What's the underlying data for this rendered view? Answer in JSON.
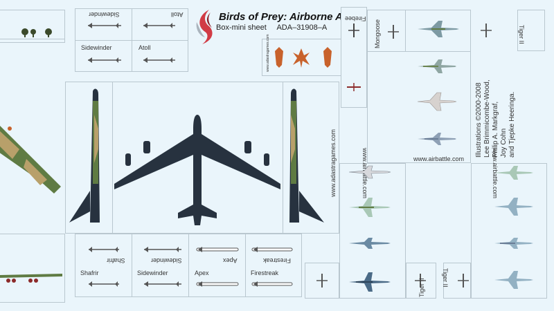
{
  "header": {
    "title": "Birds of Prey: Airborne Alert",
    "subtitle_left": "Box-mini sheet",
    "subtitle_right": "ADA–31908–A"
  },
  "credits": {
    "line1": "Illustrations ©2000-2008",
    "line2": "Lee Brimmicombe-Wood,",
    "line3": "Philip A. Markgraf,",
    "line4": "Joy Cohn",
    "line5": "and Tjepke Heeringa."
  },
  "urls": {
    "adastra": "www.adastragames.com",
    "airbattle": "www.airbattle.com"
  },
  "missiles_top": {
    "sidewinder_flipped": "Sidewinder",
    "atoll_flipped": "Atoll",
    "sidewinder": "Sidewinder",
    "atoll": "Atoll"
  },
  "missiles_bottom": {
    "shafrir_flipped": "Shafrir",
    "sidewinder_flipped": "Sidewinder",
    "apex_flipped": "Apex",
    "firestreak_flipped": "Firestreak",
    "shafrir": "Shafrir",
    "sidewinder": "Sidewinder",
    "apex": "Apex",
    "firestreak": "Firestreak"
  },
  "aircraft_labels": {
    "firebee": "Firebee",
    "mongoose": "Mongoose",
    "tiger_top": "Tiger II",
    "tiger_bottom_left": "Tiger II",
    "tiger_bottom_right": "Tiger II"
  },
  "colors": {
    "background": "#eaf5fb",
    "panel_border": "#b9c7cf",
    "bomber": "#27323f",
    "camo_green": "#5f7b43",
    "camo_tan": "#b8a06a",
    "logo_red": "#d13b45",
    "missile_orange": "#c8622c"
  }
}
